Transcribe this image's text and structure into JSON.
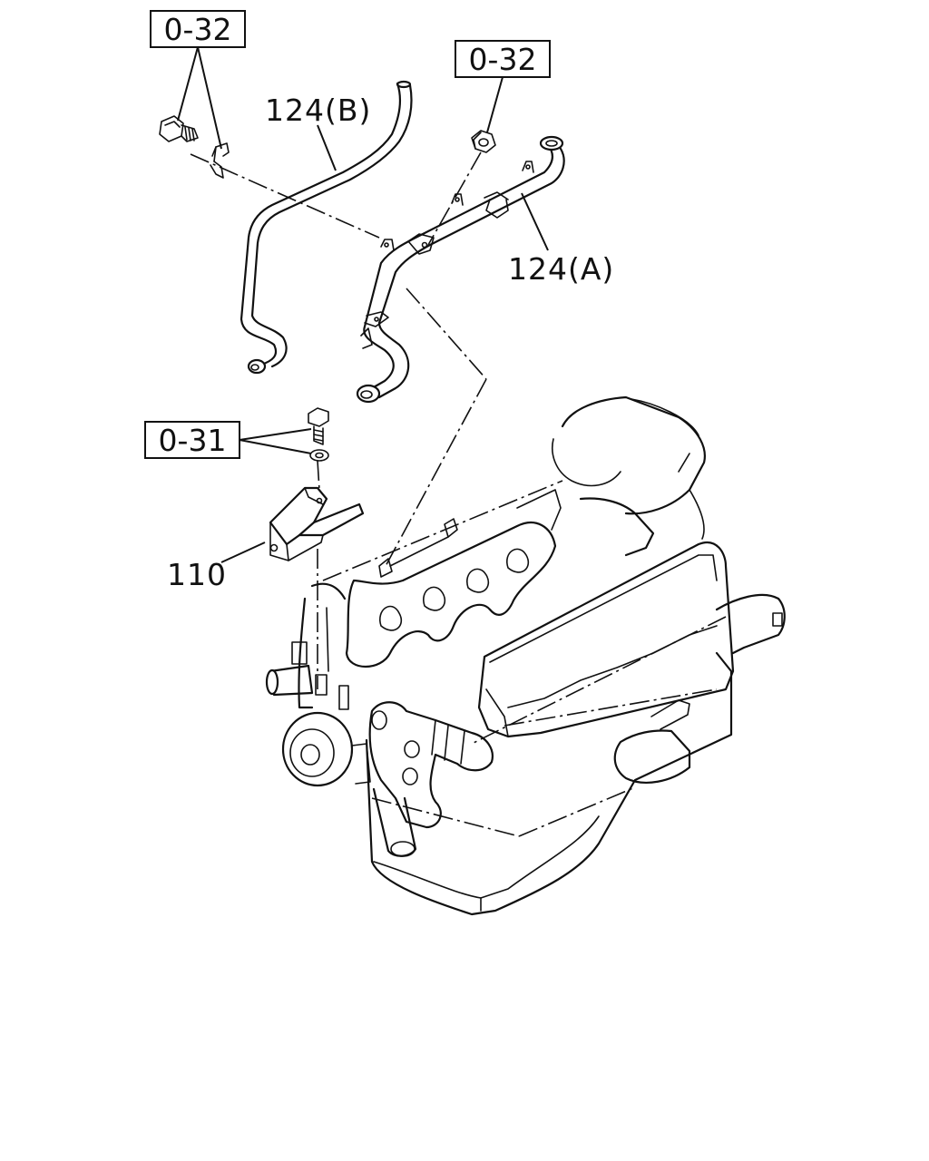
{
  "figure": {
    "ref_labels": {
      "top_left": "0-32",
      "top_middle": "0-32",
      "middle_left": "0-31"
    },
    "part_numbers": {
      "pipe_b": "124(B)",
      "pipe_a": "124(A)",
      "bracket": "110"
    }
  }
}
